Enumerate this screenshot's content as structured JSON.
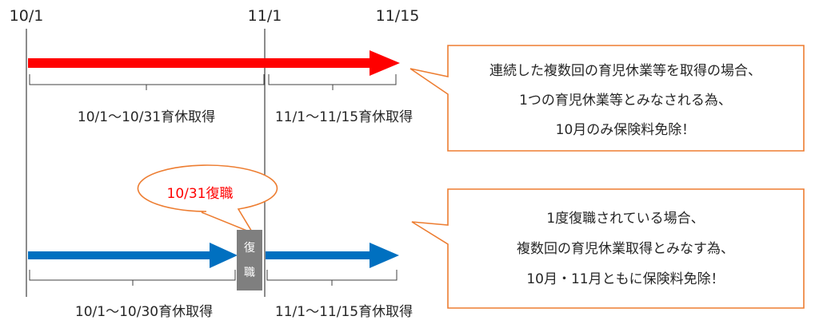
{
  "dates": {
    "start": "10/1",
    "mid": "11/1",
    "end": "11/15"
  },
  "case1": {
    "arrow_color": "#ff0000",
    "span1_label": "10/1〜10/31育休取得",
    "span2_label": "11/1〜11/15育休取得",
    "callout": {
      "line1": "連続した複数回の育児休業等を取得の場合、",
      "line2": "1つの育児休業等とみなされる為、",
      "line3": "10月のみ保険料免除！"
    }
  },
  "case2": {
    "arrow_color": "#0070c0",
    "return_bubble": "10/31復職",
    "return_bubble_color": "#ff0000",
    "return_block": {
      "char1": "復",
      "char2": "職"
    },
    "span1_label": "10/1〜10/30育休取得",
    "span2_label": "11/1〜11/15育休取得",
    "callout": {
      "line1": "1度復職されている場合、",
      "line2": "複数回の育児休業取得とみなす為、",
      "line3": "10月・11月ともに保険料免除！"
    }
  },
  "colors": {
    "callout_border": "#ed7d31",
    "return_block": "#7f7f7f",
    "axis_line": "#404040"
  }
}
